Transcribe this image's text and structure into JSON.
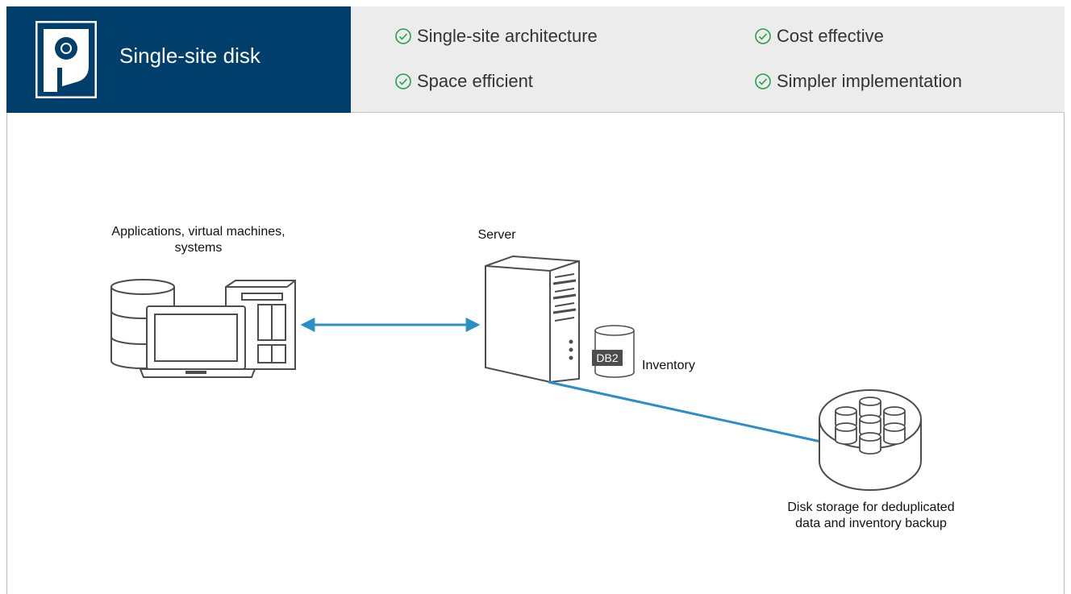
{
  "header": {
    "title": "Single-site disk",
    "features": [
      "Single-site architecture",
      "Cost effective",
      "Space efficient",
      "Simpler implementation"
    ],
    "title_bg": "#003f6b",
    "check_color": "#24a148"
  },
  "diagram": {
    "clients_label_line1": "Applications, virtual machines,",
    "clients_label_line2": "systems",
    "server_label": "Server",
    "db_badge": "DB2",
    "inventory_label": "Inventory",
    "storage_label_line1": "Disk storage for deduplicated",
    "storage_label_line2": "data and inventory backup",
    "connector_color": "#2a8fc7"
  }
}
